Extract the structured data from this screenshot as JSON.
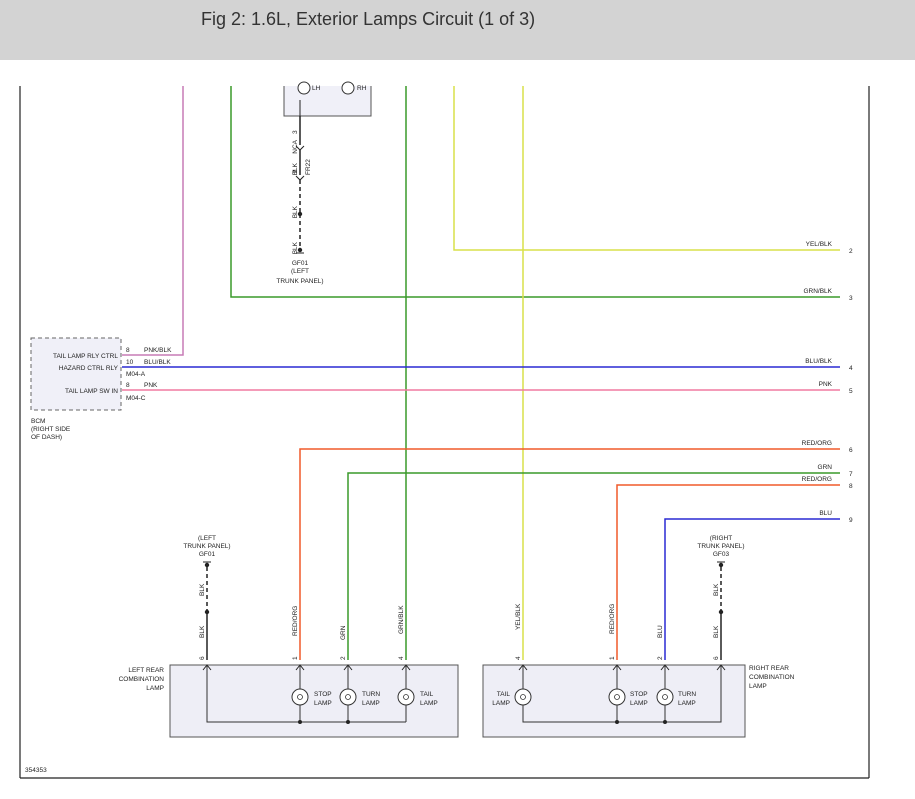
{
  "header": {
    "title": "Fig 2: 1.6L, Exterior Lamps Circuit (1 of 3)"
  },
  "colors": {
    "pink_purple": "#c77bb5",
    "green": "#3a9a2a",
    "yellow": "#d9e04a",
    "blue": "#2a2ad4",
    "pink": "#f07aa0",
    "red_orange": "#f05a2a",
    "black": "#222222"
  },
  "top_lamps": {
    "lh": "LH",
    "rh": "RH"
  },
  "top_ground": {
    "pin1": "3",
    "wire1": "NCA",
    "pin2": "2",
    "wire2": "BLK",
    "connector": "FR22",
    "wire3": "BLK",
    "wire4": "BLK",
    "id": "GF01",
    "desc1": "(LEFT",
    "desc2": "TRUNK PANEL)"
  },
  "bcm": {
    "rows": [
      {
        "label": "TAIL LAMP RLY CTRL",
        "pin": "8",
        "wire": "PNK/BLK"
      },
      {
        "label": "HAZARD CTRL RLY",
        "pin": "10",
        "wire": "BLU/BLK"
      },
      {
        "label": "",
        "pin": "",
        "wire": "M04-A"
      },
      {
        "label": "TAIL LAMP SW IN",
        "pin": "8",
        "wire": "PNK"
      },
      {
        "label": "",
        "pin": "",
        "wire": "M04-C"
      }
    ],
    "name": "BCM",
    "loc1": "(RIGHT SIDE",
    "loc2": "OF DASH)"
  },
  "right_terminals": [
    {
      "wire": "YEL/BLK",
      "num": "2"
    },
    {
      "wire": "GRN/BLK",
      "num": "3"
    },
    {
      "wire": "BLU/BLK",
      "num": "4"
    },
    {
      "wire": "PNK",
      "num": "5"
    },
    {
      "wire": "RED/ORG",
      "num": "6"
    },
    {
      "wire": "GRN",
      "num": "7"
    },
    {
      "wire": "RED/ORG",
      "num": "8"
    },
    {
      "wire": "BLU",
      "num": "9"
    }
  ],
  "left_lamp": {
    "title1": "LEFT REAR",
    "title2": "COMBINATION",
    "title3": "LAMP",
    "ground1": "(LEFT",
    "ground2": "TRUNK PANEL)",
    "ground_id": "GF01",
    "gwire1": "BLK",
    "gwire2": "BLK",
    "pins": [
      {
        "pin": "6",
        "wire": "BLK"
      },
      {
        "pin": "1",
        "wire": "RED/ORG"
      },
      {
        "pin": "2",
        "wire": "GRN"
      },
      {
        "pin": "4",
        "wire": "GRN/BLK"
      }
    ],
    "bulbs": [
      {
        "l1": "STOP",
        "l2": "LAMP"
      },
      {
        "l1": "TURN",
        "l2": "LAMP"
      },
      {
        "l1": "TAIL",
        "l2": "LAMP"
      }
    ]
  },
  "right_lamp": {
    "title1": "RIGHT REAR",
    "title2": "COMBINATION",
    "title3": "LAMP",
    "ground1": "(RIGHT",
    "ground2": "TRUNK PANEL)",
    "ground_id": "GF03",
    "gwire1": "BLK",
    "gwire2": "BLK",
    "pins": [
      {
        "pin": "4",
        "wire": "YEL/BLK"
      },
      {
        "pin": "1",
        "wire": "RED/ORG"
      },
      {
        "pin": "2",
        "wire": "BLU"
      },
      {
        "pin": "6",
        "wire": "BLK"
      }
    ],
    "bulbs": [
      {
        "l1": "TAIL",
        "l2": "LAMP"
      },
      {
        "l1": "STOP",
        "l2": "LAMP"
      },
      {
        "l1": "TURN",
        "l2": "LAMP"
      }
    ]
  },
  "figure_id": "354353"
}
